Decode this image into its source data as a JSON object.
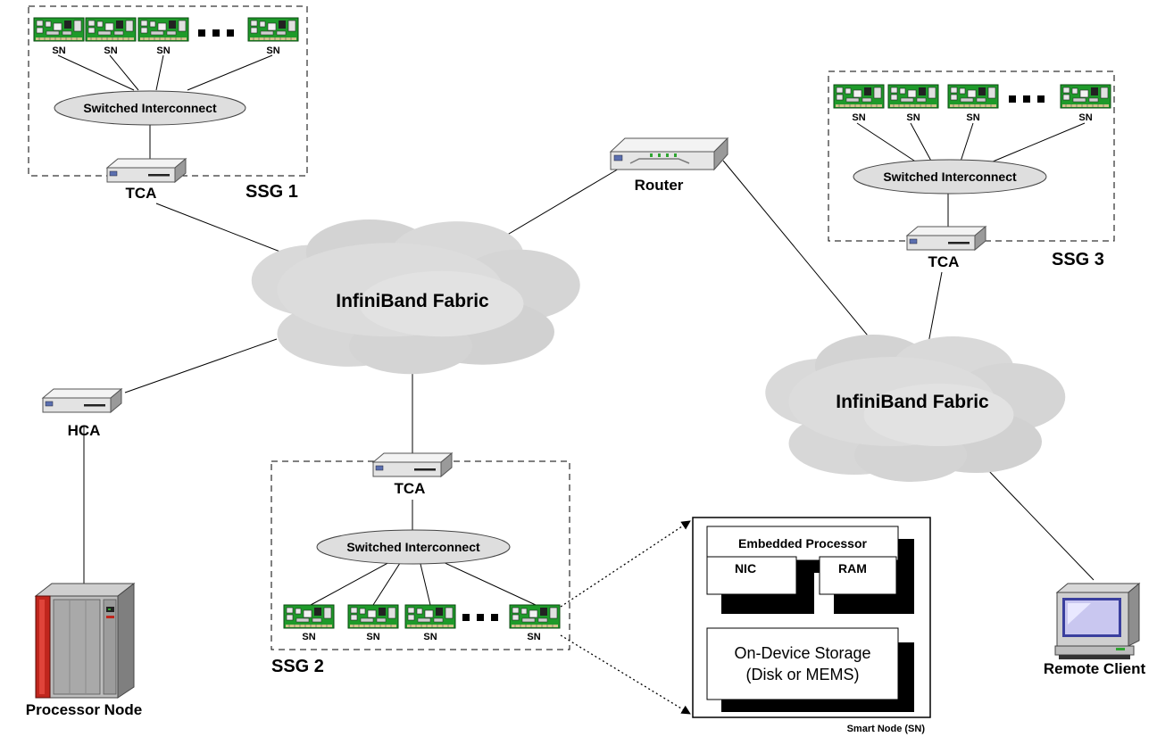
{
  "clouds": {
    "left": "InfiniBand Fabric",
    "right": "InfiniBand Fabric"
  },
  "devices": {
    "router": "Router",
    "hca": "HCA",
    "tca1": "TCA",
    "tca2": "TCA",
    "tca3": "TCA",
    "processor": "Processor Node",
    "client": "Remote Client"
  },
  "groups": {
    "ssg1": {
      "title": "SSG 1",
      "interconnect": "Switched Interconnect",
      "node_label": "SN"
    },
    "ssg2": {
      "title": "SSG 2",
      "interconnect": "Switched Interconnect",
      "node_label": "SN"
    },
    "ssg3": {
      "title": "SSG 3",
      "interconnect": "Switched Interconnect",
      "node_label": "SN"
    }
  },
  "smart_node": {
    "caption": "Smart Node (SN)",
    "processor": "Embedded Processor",
    "nic": "NIC",
    "ram": "RAM",
    "storage_line1": "On-Device Storage",
    "storage_line2": "(Disk or MEMS)"
  },
  "colors": {
    "board": "#1e9a2a",
    "cloud": "#d9d9d9",
    "interconnect": "#dedede",
    "device": "#e6e6e6",
    "server_red": "#c0261d"
  }
}
